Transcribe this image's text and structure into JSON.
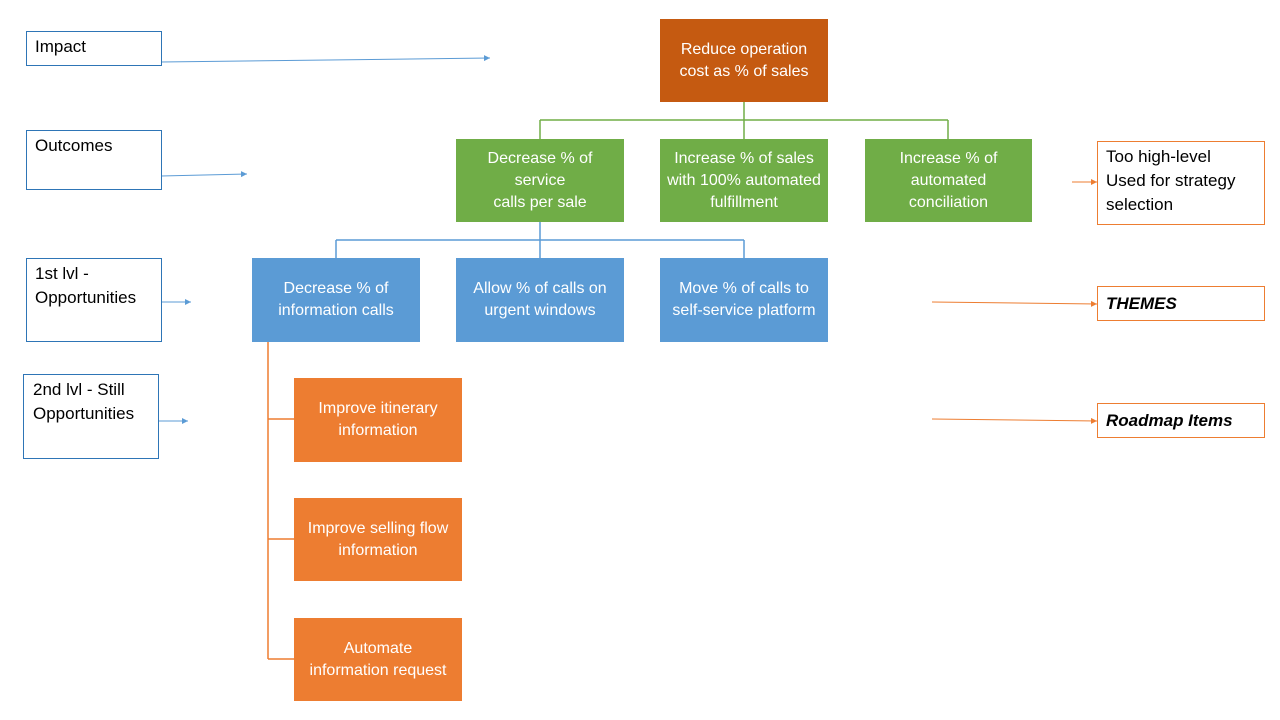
{
  "levels": {
    "impact": "Impact",
    "outcomes": "Outcomes",
    "first": "1st lvl -\nOpportunities",
    "second": "2nd lvl - Still\nOpportunities"
  },
  "notes": {
    "high_level": "Too high-level\nUsed for strategy\nselection",
    "themes": "THEMES",
    "roadmap": "Roadmap Items"
  },
  "impact_box": "Reduce operation\ncost as % of sales",
  "outcomes": [
    "Decrease % of service\ncalls per sale",
    "Increase % of sales\nwith 100% automated\nfulfillment",
    "Increase % of\nautomated\nconciliation"
  ],
  "opportunities": [
    "Decrease % of\ninformation calls",
    "Allow % of calls on\nurgent windows",
    "Move % of calls to\nself-service platform"
  ],
  "items": [
    "Improve itinerary\ninformation",
    "Improve selling flow\ninformation",
    "Automate\ninformation request"
  ],
  "colors": {
    "impact": "#C55A11",
    "outcome": "#70AD47",
    "opportunity": "#5B9BD5",
    "item": "#ED7D31",
    "label_border_blue": "#2E75B6",
    "label_border_orange": "#ED7D31"
  }
}
